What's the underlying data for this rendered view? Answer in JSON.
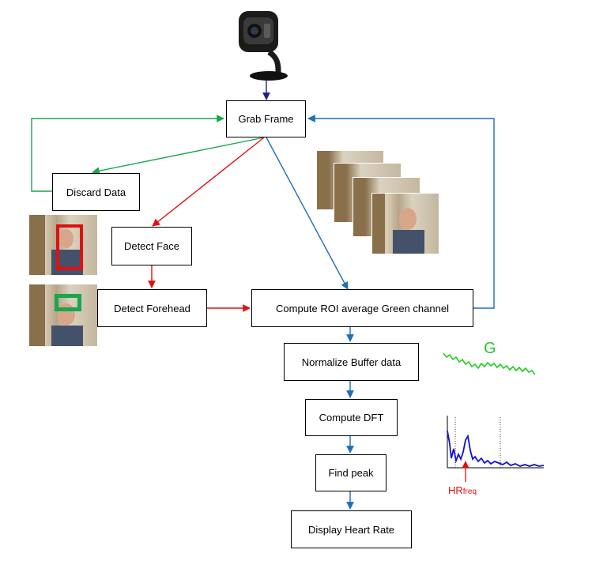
{
  "nodes": {
    "grab_frame": "Grab Frame",
    "discard_data": "Discard Data",
    "detect_face": "Detect Face",
    "detect_forehead": "Detect Forehead",
    "compute_roi": "Compute ROI average Green channel",
    "normalize_buffer": "Normalize Buffer data",
    "compute_dft": "Compute DFT",
    "find_peak": "Find peak",
    "display_heart_rate": "Display Heart Rate"
  },
  "annotations": {
    "green_signal_label": "G",
    "hr_label_main": "HR",
    "hr_label_sub": "freq"
  },
  "colors": {
    "discard_path": "#1aa64b",
    "face_path": "#e01010",
    "roi_path": "#1f6fb8",
    "camera_link": "#1a237e",
    "face_box": "#e01010",
    "forehead_box": "#1aa64b",
    "green_signal": "#22cc22",
    "spectrum": "#1010d0"
  },
  "icons": {
    "webcam": "webcam-icon"
  }
}
